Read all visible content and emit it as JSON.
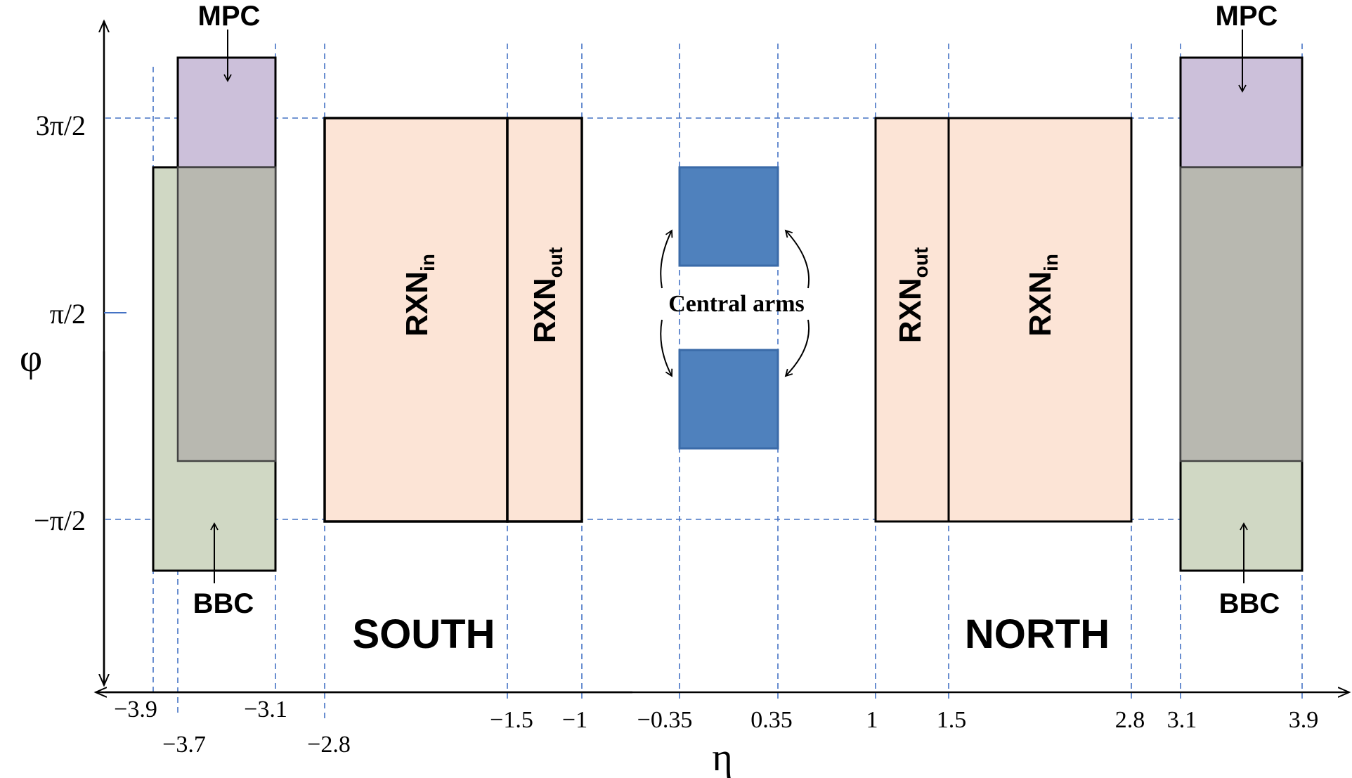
{
  "axes": {
    "x_symbol": "η",
    "y_symbol": "φ",
    "x_ticks": [
      "−3.9",
      "−3.7",
      "−3.1",
      "−2.8",
      "−1.5",
      "−1",
      "−0.35",
      "0.35",
      "1",
      "1.5",
      "2.8",
      "3.1",
      "3.9"
    ],
    "y_ticks": [
      "3π/2",
      "π/2",
      "−π/2"
    ]
  },
  "detectors": {
    "mpc": "MPC",
    "bbc": "BBC",
    "rxn_in": {
      "base": "RXN",
      "sub": "in"
    },
    "rxn_out": {
      "base": "RXN",
      "sub": "out"
    },
    "central_arms": "Central arms"
  },
  "regions": {
    "south": "SOUTH",
    "north": "NORTH"
  },
  "colors": {
    "rxn_fill": "#fce4d6",
    "mpc_fill": "#ccc0da",
    "bbc_fill": "#d0d8c4",
    "overlap_fill": "#b8b8b0",
    "central_fill": "#4f81bd",
    "central_stroke": "#3a6aa8",
    "grid_dash": "#4472c4"
  }
}
